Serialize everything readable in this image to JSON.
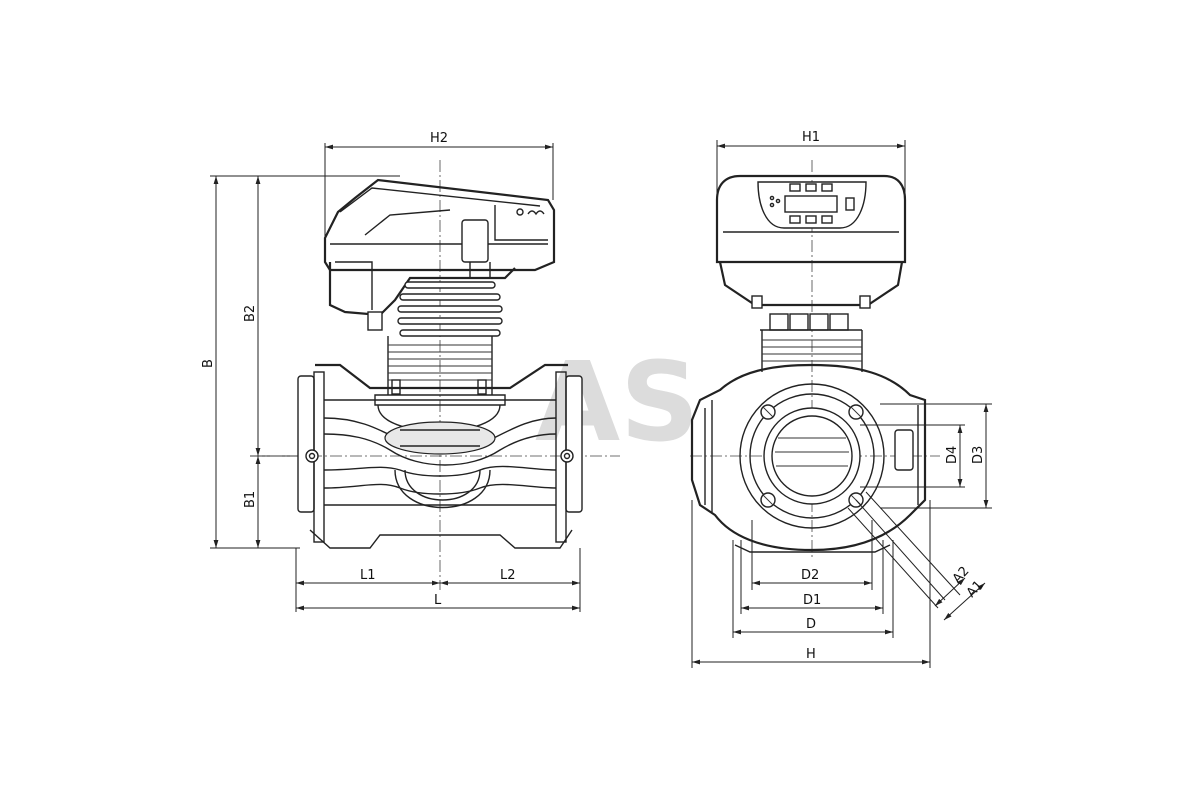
{
  "watermark": "AS",
  "side_view": {
    "labels": {
      "H2": "H2",
      "B": "B",
      "B2": "B2",
      "B1": "B1",
      "L1": "L1",
      "L2": "L2",
      "L": "L"
    }
  },
  "front_view": {
    "labels": {
      "H1": "H1",
      "D4": "D4",
      "D3": "D3",
      "D2": "D2",
      "D1": "D1",
      "D": "D",
      "H": "H",
      "A2": "A2",
      "A1": "A1"
    }
  }
}
